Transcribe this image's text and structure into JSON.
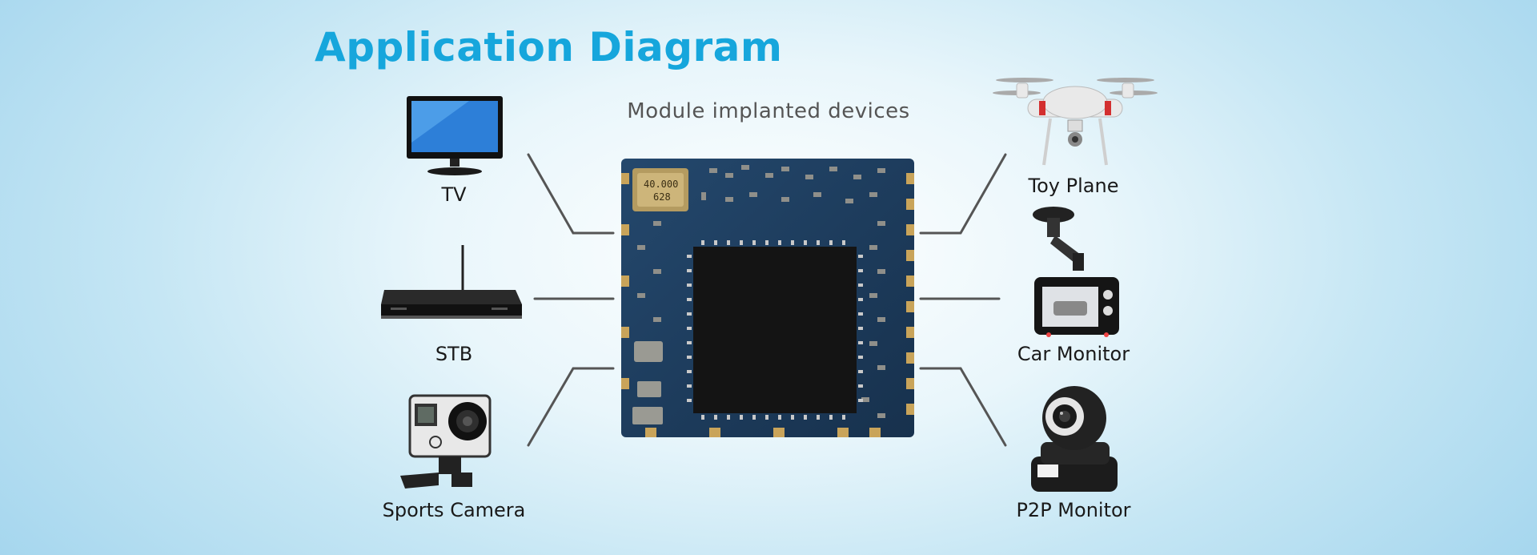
{
  "diagram": {
    "title": "Application Diagram",
    "subtitle": "Module implanted devices",
    "module_markings": {
      "crystal_line1": "40.000",
      "crystal_line2": "628"
    },
    "left_devices": [
      {
        "label": "TV",
        "icon": "tv-icon"
      },
      {
        "label": "STB",
        "icon": "set-top-box-icon"
      },
      {
        "label": "Sports Camera",
        "icon": "sports-camera-icon"
      }
    ],
    "right_devices": [
      {
        "label": "Toy Plane",
        "icon": "drone-icon"
      },
      {
        "label": "Car Monitor",
        "icon": "dashcam-icon"
      },
      {
        "label": "P2P Monitor",
        "icon": "ip-camera-icon"
      }
    ],
    "colors": {
      "title": "#16a6dc",
      "connector": "#555555",
      "pcb": "#1c3b5c",
      "chip": "#151515",
      "pad": "#c9a45a"
    }
  }
}
